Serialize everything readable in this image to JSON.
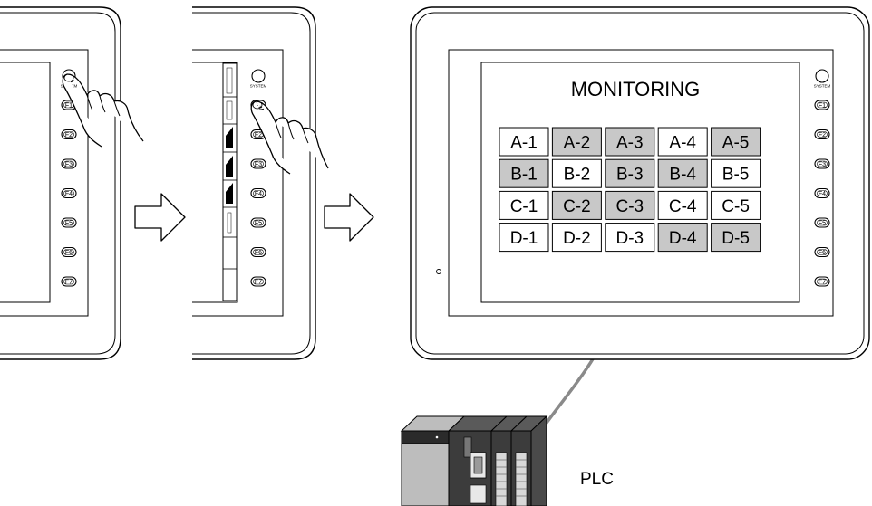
{
  "screen": {
    "title": "MONITORING",
    "rows": [
      [
        {
          "label": "A-1",
          "on": false
        },
        {
          "label": "A-2",
          "on": true
        },
        {
          "label": "A-3",
          "on": true
        },
        {
          "label": "A-4",
          "on": false
        },
        {
          "label": "A-5",
          "on": true
        }
      ],
      [
        {
          "label": "B-1",
          "on": true
        },
        {
          "label": "B-2",
          "on": false
        },
        {
          "label": "B-3",
          "on": true
        },
        {
          "label": "B-4",
          "on": true
        },
        {
          "label": "B-5",
          "on": false
        }
      ],
      [
        {
          "label": "C-1",
          "on": false
        },
        {
          "label": "C-2",
          "on": true
        },
        {
          "label": "C-3",
          "on": true
        },
        {
          "label": "C-4",
          "on": false
        },
        {
          "label": "C-5",
          "on": false
        }
      ],
      [
        {
          "label": "D-1",
          "on": false
        },
        {
          "label": "D-2",
          "on": false
        },
        {
          "label": "D-3",
          "on": false
        },
        {
          "label": "D-4",
          "on": true
        },
        {
          "label": "D-5",
          "on": true
        }
      ]
    ]
  },
  "panel": {
    "system_label": "SYSTEM",
    "function_keys": [
      "F1",
      "F2",
      "F3",
      "F4",
      "F5",
      "F6",
      "F7"
    ]
  },
  "plc": {
    "label": "PLC"
  },
  "colors": {
    "cell_on": "#c8c8c8",
    "cell_off": "#ffffff",
    "cable": "#8a8a8a",
    "outline": "#000000"
  },
  "icons": [
    "pointing-hand-icon",
    "right-arrow-icon"
  ]
}
